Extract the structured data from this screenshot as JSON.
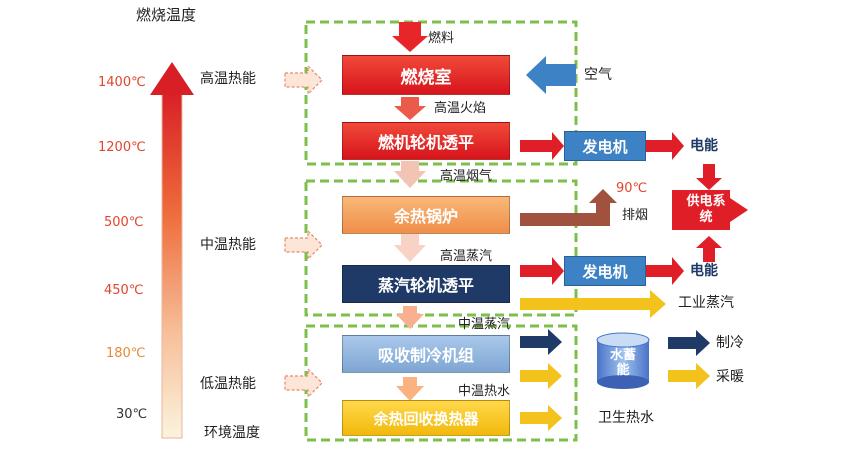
{
  "scale": {
    "title": "燃烧温度",
    "ticks": [
      "1400℃",
      "1200℃",
      "500℃",
      "450℃",
      "180℃",
      "30℃"
    ],
    "bottom_label": "环境温度"
  },
  "levels": {
    "high": "高温热能",
    "mid": "中温热能",
    "low": "低温热能"
  },
  "flow_labels": {
    "fuel": "燃料",
    "air": "空气",
    "high_flame": "高温火焰",
    "high_flue_gas": "高温烟气",
    "high_steam": "高温蒸汽",
    "mid_steam": "中温蒸汽",
    "mid_hot_water": "中温热水",
    "exhaust_temp": "90℃",
    "exhaust": "排烟"
  },
  "boxes": {
    "combustion": "燃烧室",
    "gas_turbine": "燃机轮机透平",
    "waste_boiler": "余热锅炉",
    "steam_turbine": "蒸汽轮机透平",
    "absorption_chiller": "吸收制冷机组",
    "heat_exchanger": "余热回收换热器",
    "generator1": "发电机",
    "generator2": "发电机",
    "power_supply": "供电系统",
    "storage_tank": "水蓄能"
  },
  "outputs": {
    "electricity1": "电能",
    "electricity2": "电能",
    "industrial_steam": "工业蒸汽",
    "cooling": "制冷",
    "heating": "采暖",
    "hot_water": "卫生热水"
  },
  "colors": {
    "red": "#e8262a",
    "orange": "#f5a25e",
    "navy": "#1f3a66",
    "light_blue": "#8eb4dc",
    "yellow": "#f3c21c",
    "green_dash": "#7cbf4a",
    "blue": "#3d82c4"
  }
}
